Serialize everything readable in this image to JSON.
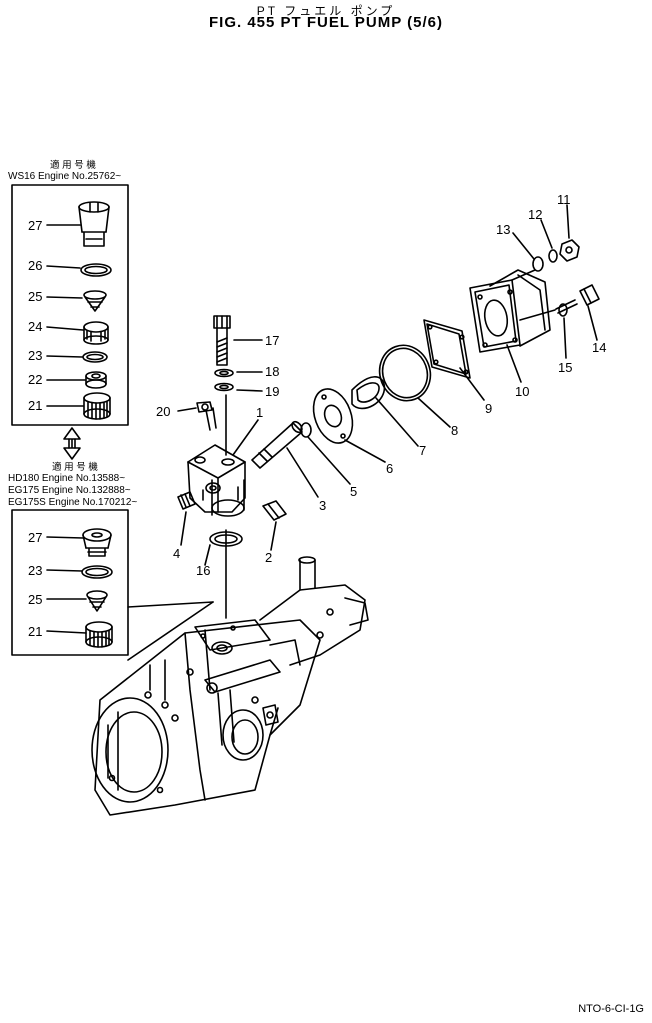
{
  "title": {
    "jp": "PT フュエル ポンプ",
    "main": "FIG. 455  PT FUEL PUMP (5/6)"
  },
  "upper_box": {
    "heading_jp": "適 用 号 機",
    "serial": "WS16 Engine No.25762~",
    "callouts": [
      "27",
      "26",
      "25",
      "24",
      "23",
      "22",
      "21"
    ]
  },
  "lower_box": {
    "heading_jp": "適 用 号 機",
    "serials": [
      "HD180  Engine No.13588~",
      "EG175  Engine No.132888~",
      "EG175S Engine No.170212~"
    ],
    "callouts": [
      "27",
      "23",
      "25",
      "21"
    ]
  },
  "callouts": {
    "c1": "1",
    "c2": "2",
    "c3": "3",
    "c4": "4",
    "c5": "5",
    "c6": "6",
    "c7": "7",
    "c8": "8",
    "c9": "9",
    "c10": "10",
    "c11": "11",
    "c12": "12",
    "c13": "13",
    "c14": "14",
    "c15": "15",
    "c16": "16",
    "c17": "17",
    "c18": "18",
    "c19": "19",
    "c20": "20"
  },
  "drawing_code": "NTO-6-CI-1G"
}
